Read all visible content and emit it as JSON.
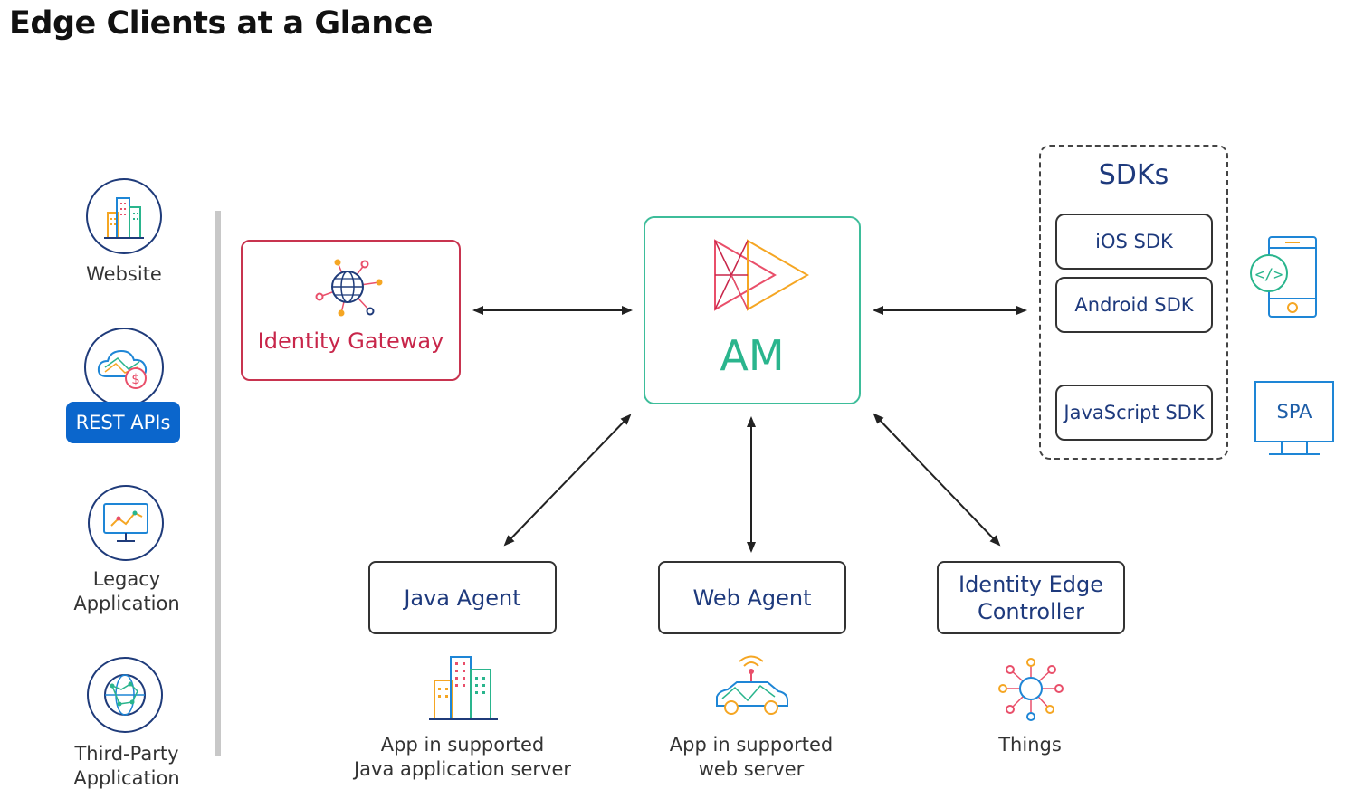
{
  "title": "Edge Clients at a Glance",
  "clients": {
    "website": "Website",
    "rest_apis": "REST APIs",
    "legacy_line1": "Legacy",
    "legacy_line2": "Application",
    "third_party_line1": "Third-Party",
    "third_party_line2": "Application"
  },
  "nodes": {
    "identity_gateway": "Identity Gateway",
    "am": "AM",
    "java_agent": "Java Agent",
    "web_agent": "Web Agent",
    "iec_line1": "Identity Edge",
    "iec_line2": "Controller"
  },
  "sdks": {
    "title": "SDKs",
    "ios": "iOS SDK",
    "android": "Android SDK",
    "javascript": "JavaScript SDK",
    "spa": "SPA"
  },
  "captions": {
    "java_line1": "App in supported",
    "java_line2": "Java application server",
    "web_line1": "App in supported",
    "web_line2": "web server",
    "things": "Things"
  },
  "colors": {
    "am_green": "#2ab58d",
    "gateway_red": "#c8264a",
    "brand_blue": "#0b66cc",
    "text_navy": "#1e3a7d"
  }
}
